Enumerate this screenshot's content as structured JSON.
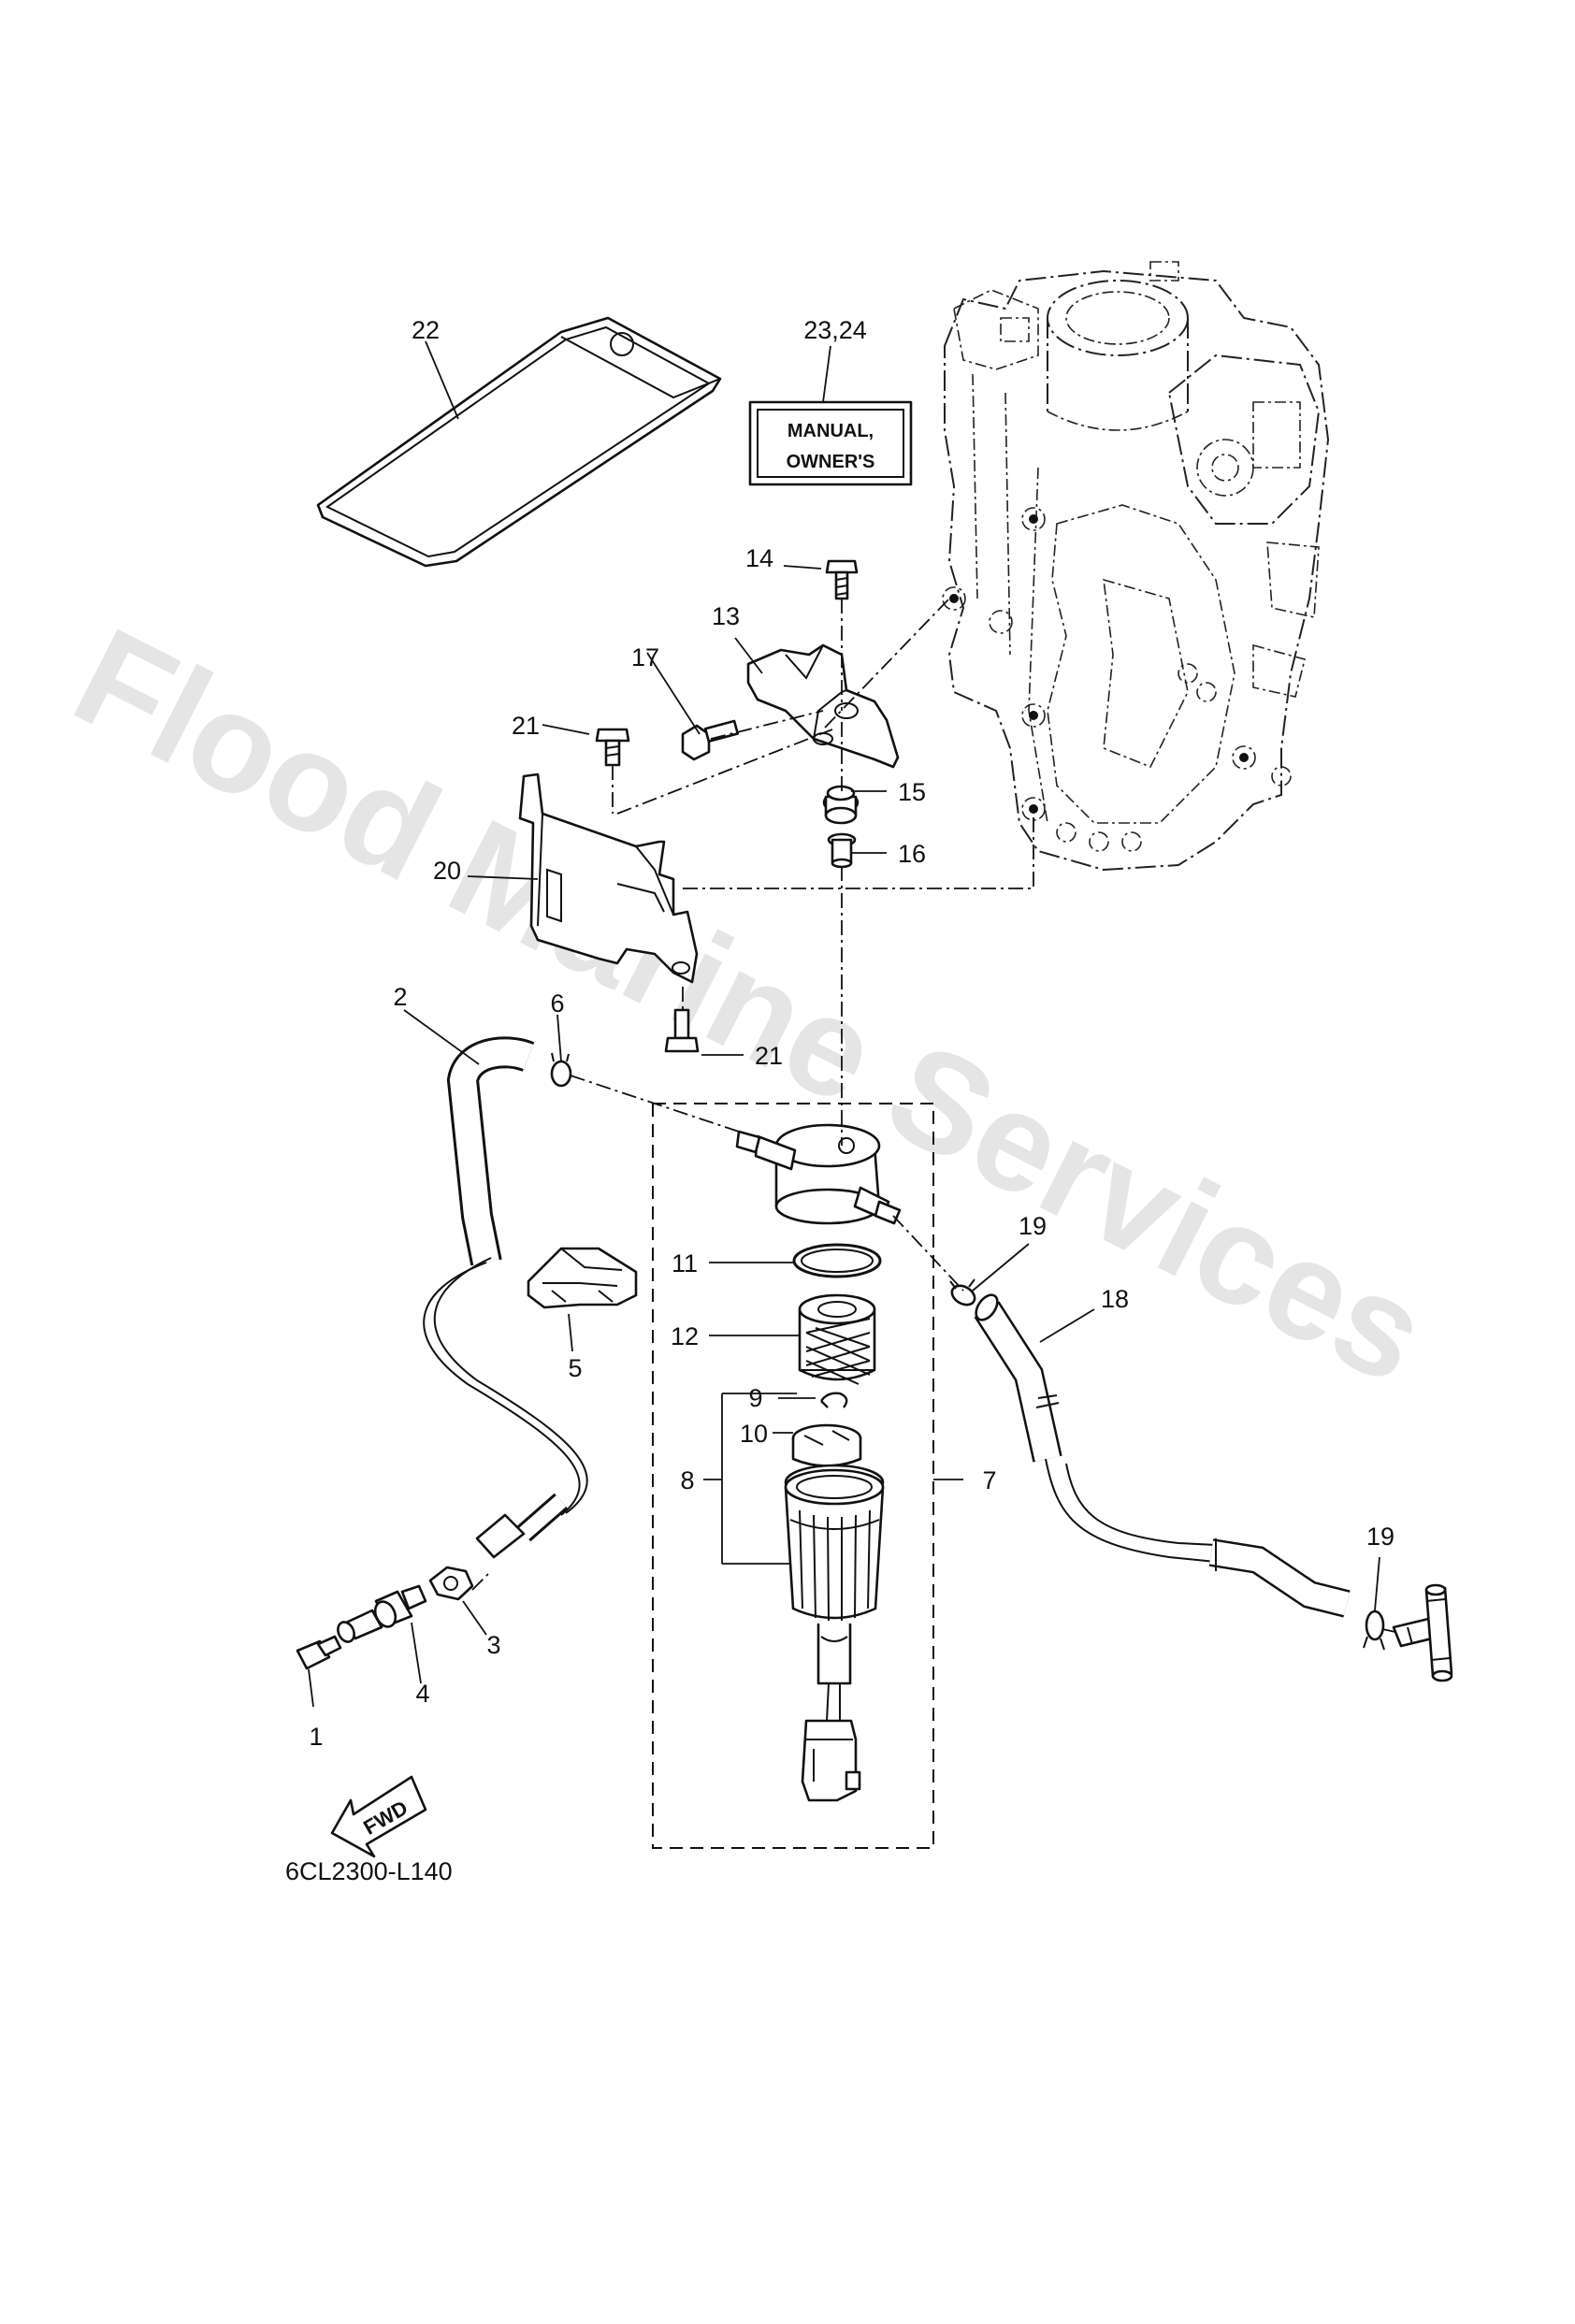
{
  "diagram": {
    "code": "6CL2300-L140",
    "watermark": "Flood Marine Services",
    "fwd_label": "FWD",
    "manual_label_line1": "MANUAL,",
    "manual_label_line2": "OWNER'S",
    "callouts": {
      "c1": "1",
      "c2": "2",
      "c3": "3",
      "c4": "4",
      "c5": "5",
      "c6": "6",
      "c7": "7",
      "c8": "8",
      "c9": "9",
      "c10": "10",
      "c11": "11",
      "c12": "12",
      "c13": "13",
      "c14": "14",
      "c15": "15",
      "c16": "16",
      "c17": "17",
      "c18": "18",
      "c19a": "19",
      "c19b": "19",
      "c20": "20",
      "c21a": "21",
      "c21b": "21",
      "c22": "22",
      "c2324": "23,24"
    }
  }
}
